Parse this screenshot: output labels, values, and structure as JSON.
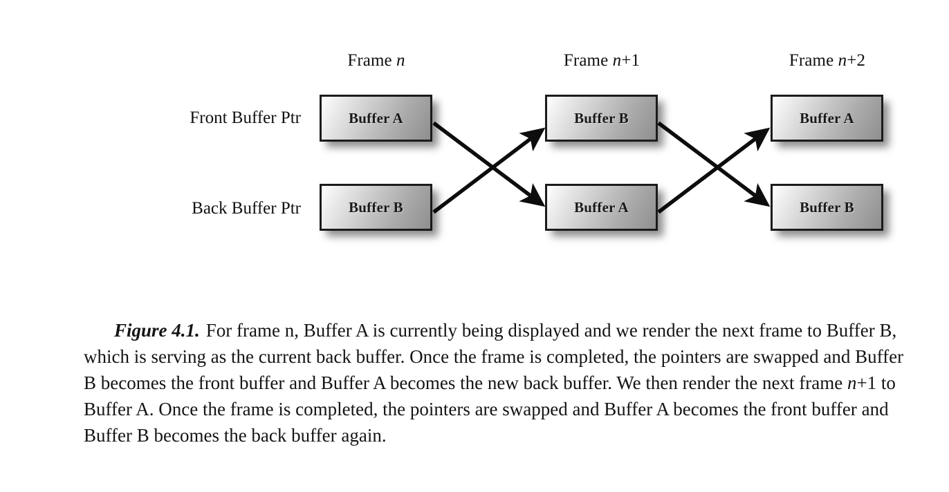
{
  "figure": {
    "frame_headers": [
      {
        "prefix": "Frame ",
        "var": "n",
        "suffix": ""
      },
      {
        "prefix": "Frame ",
        "var": "n",
        "suffix": "+1"
      },
      {
        "prefix": "Frame ",
        "var": "n",
        "suffix": "+2"
      }
    ],
    "row_labels": [
      "Front Buffer Ptr",
      "Back Buffer Ptr"
    ],
    "boxes": [
      {
        "label": "Buffer A",
        "row": "front",
        "column": 0
      },
      {
        "label": "Buffer B",
        "row": "front",
        "column": 1
      },
      {
        "label": "Buffer A",
        "row": "front",
        "column": 2
      },
      {
        "label": "Buffer B",
        "row": "back",
        "column": 0
      },
      {
        "label": "Buffer A",
        "row": "back",
        "column": 1
      },
      {
        "label": "Buffer B",
        "row": "back",
        "column": 2
      }
    ],
    "arrows": [
      {
        "from": "frame-n-front",
        "to": "frame-n1-back",
        "direction": "down-right"
      },
      {
        "from": "frame-n-back",
        "to": "frame-n1-front",
        "direction": "up-right"
      },
      {
        "from": "frame-n1-front",
        "to": "frame-n2-back",
        "direction": "down-right"
      },
      {
        "from": "frame-n1-back",
        "to": "frame-n2-front",
        "direction": "up-right"
      }
    ],
    "colors": {
      "box_border": "#1b1b1b",
      "box_fill_light": "#ffffff",
      "box_fill_dark": "#8f8f8f",
      "arrow": "#0d0d0d",
      "text": "#111111",
      "background": "#ffffff"
    }
  },
  "caption": {
    "figure_number": "Figure 4.1.",
    "part1": "For frame n, Buffer A is currently being displayed and we render the next frame to Buffer B, which is serving as the current back buffer. Once the frame is completed, the pointers are swapped and Buffer B becomes the front buffer and Buffer A becomes the new back buffer. We then render the next frame ",
    "italic_var": "n",
    "part2": "+1 to Buffer A. Once the frame is completed, the pointers are swapped and Buffer A becomes the front buffer and Buffer B becomes the back buffer again."
  }
}
